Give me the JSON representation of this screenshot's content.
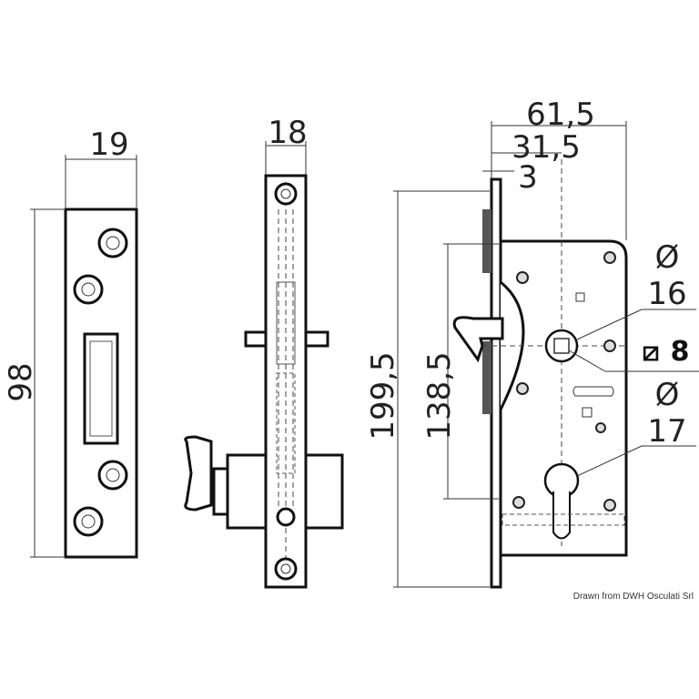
{
  "strike_plate": {
    "width_label": "19",
    "height_label": "98"
  },
  "side_view": {
    "width_label": "18"
  },
  "lock_body": {
    "overall_width_label": "61,5",
    "backset_label": "31,5",
    "faceplate_label": "3",
    "faceplate_height_label": "199,5",
    "body_height_label": "138,5",
    "handle_hole_symbol": "Ø",
    "handle_hole_label": "16",
    "spindle_symbol": "⧄",
    "spindle_label": "8",
    "cylinder_hole_symbol": "Ø",
    "cylinder_hole_label": "17"
  },
  "credit": "Drawn from DWH Osculati Srl"
}
